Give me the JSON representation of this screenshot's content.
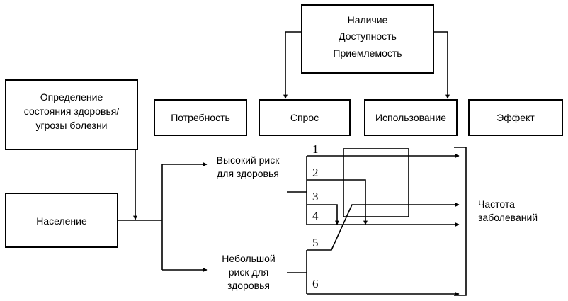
{
  "factors": {
    "line1": "Наличие",
    "line2": "Доступность",
    "line3": "Приемлемость"
  },
  "definition": {
    "line1": "Определение",
    "line2": "состояния здоровья/",
    "line3": "угрозы болезни"
  },
  "population": "Население",
  "stages": {
    "need": "Потребность",
    "demand": "Спрос",
    "utilization": "Использование",
    "effect": "Эффект"
  },
  "high_risk": {
    "line1": "Высокий риск",
    "line2": "для здоровья"
  },
  "low_risk": {
    "line1": "Небольшой",
    "line2": "риск для",
    "line3": "здоровья"
  },
  "outcome": {
    "line1": "Частота",
    "line2": "заболеваний"
  },
  "paths": [
    "1",
    "2",
    "3",
    "4",
    "5",
    "6"
  ]
}
